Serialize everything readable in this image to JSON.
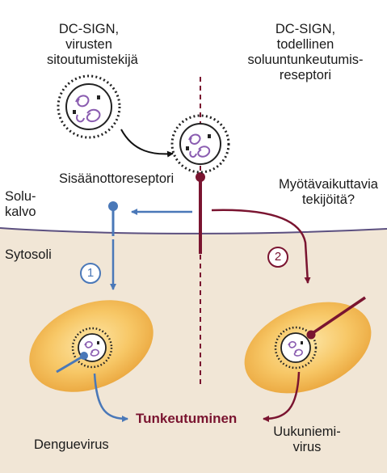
{
  "labels": {
    "dcsign_left": [
      "DC-SIGN,",
      "virusten",
      "sitoutumistekijä"
    ],
    "dcsign_right": [
      "DC-SIGN,",
      "todellinen",
      "soluuntunkeutumis-",
      "reseptori"
    ],
    "uptake_receptor": "Sisäänottoreseptori",
    "membrane": [
      "Solu-",
      "kalvo"
    ],
    "cofactors": [
      "Myötävaikuttavia",
      "tekijöitä?"
    ],
    "cytosol": "Sytosoli",
    "step1": "1",
    "step2": "2",
    "penetration": "Tunkeutuminen",
    "dengue": "Denguevirus",
    "uukuniemi": [
      "Uukuniemi-",
      "virus"
    ]
  },
  "colors": {
    "background": "#ffffff",
    "cytosol": "#f1e6d6",
    "membrane": "#5c5080",
    "endosome": "#f3b64d",
    "path_dengue": "#4a78b8",
    "path_uukuniemi": "#7a1430",
    "virus_rna": "#8a5cb0"
  }
}
